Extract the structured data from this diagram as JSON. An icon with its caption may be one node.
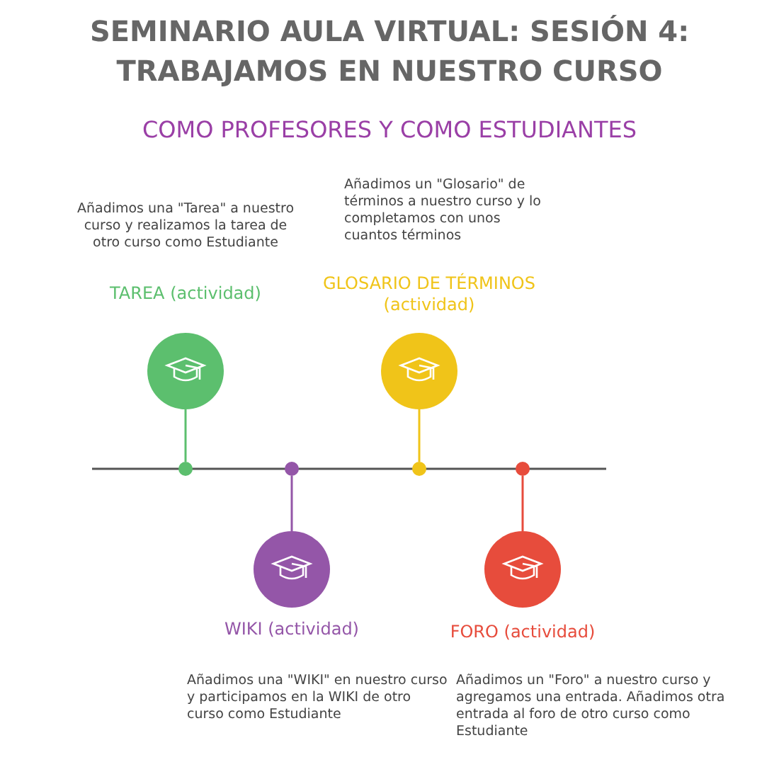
{
  "diagram": {
    "title": "SEMINARIO AULA VIRTUAL: SESIÓN 4: TRABAJAMOS EN NUESTRO CURSO",
    "caption": "COMO PROFESORES Y COMO ESTUDIANTES",
    "nodes": [
      {
        "text": [
          "Añadimos una \"Tarea\" a nuestro curso y realizamos la tarea de otro curso como Estudiante",
          "TAREA (actividad)"
        ]
      },
      {
        "text": [
          "Añadimos un \"Glosario\" de términos a nuestro curso y lo completamos con unos cuantos términos",
          "GLOSARIO DE TÉRMINOS (actividad)"
        ]
      },
      {
        "text": [],
        "shape": "circle"
      },
      {
        "text": [],
        "shape": "circle"
      },
      {
        "text": [],
        "shape": "circle"
      },
      {
        "text": [],
        "shape": "circle"
      },
      {
        "text": [
          "WIKI (actividad)",
          "Añadimos una \"WIKI\" en nuestro curso y participamos en la WIKI de otro curso como Estudiante"
        ]
      },
      {
        "text": [
          "FORO (actividad)",
          "Añadimos un \"Foro\" a nuestro curso y agregamos una entrada. Añadimos otra entrada al foro de otro curso como Estudiante"
        ]
      }
    ],
    "edges": [
      {
        "from": 2,
        "to": 0,
        "arrow": "none",
        "color": "#5cbf6e"
      },
      {
        "from": 3,
        "to": 6,
        "arrow": "none",
        "color": "#9456a8"
      },
      {
        "from": 4,
        "to": 1,
        "arrow": "none",
        "color": "#f0c419"
      },
      {
        "from": 5,
        "to": 7,
        "arrow": "none",
        "color": "#e74c3c"
      }
    ]
  }
}
